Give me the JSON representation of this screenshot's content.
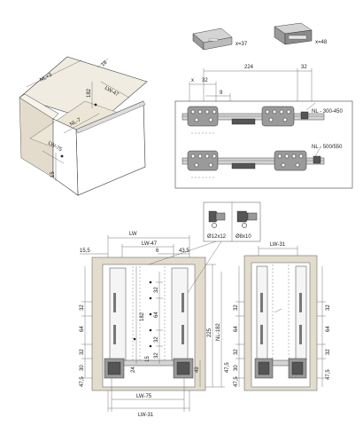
{
  "top_parts": {
    "part_a_qty": "x=37",
    "part_b_qty": "x=48"
  },
  "iso_view": {
    "nl_top": "NL+3",
    "dim_18": "18",
    "dim_182": "182",
    "lw_47": "LW-47",
    "nl_7": "NL-7",
    "lw_75": "LW-75",
    "dim_15": "15"
  },
  "rail_view": {
    "dim_224": "224",
    "dim_32a": "32",
    "dim_x": "x",
    "dim_32b": "32",
    "dim_9": "9",
    "label_nl1": "NL - 300-450",
    "label_nl2": "NL - 500/550"
  },
  "screws": {
    "screw1": "Ø12x12",
    "screw2": "Ø8x10"
  },
  "front_view": {
    "lw": "LW",
    "lw_47": "LW-47",
    "dim_155": "15,5",
    "dim_6": "6",
    "dim_435": "43,5",
    "dim_32_1": "32",
    "dim_32_2": "32",
    "dim_64_l": "64",
    "dim_32_3": "32",
    "dim_32_4": "32",
    "dim_64_m": "64",
    "dim_32_5": "32",
    "dim_30_l": "30",
    "dim_475_l": "47,5",
    "dim_24": "24",
    "dim_182": "182",
    "dim_225": "225",
    "dim_nl": "NL-182",
    "dim_15": "15",
    "dim_49": "49",
    "dim_475_r": "47,5",
    "lw_75": "LW-75",
    "lw_31": "LW-31"
  },
  "side_view": {
    "lw_31": "LW-31",
    "dim_32_1": "32",
    "dim_64_l": "64",
    "dim_32_2": "32",
    "dim_30": "30",
    "dim_475_l": "47,5",
    "dim_32_3": "32",
    "dim_64_r": "64",
    "dim_32_4": "32",
    "dim_475_r": "47,5"
  }
}
